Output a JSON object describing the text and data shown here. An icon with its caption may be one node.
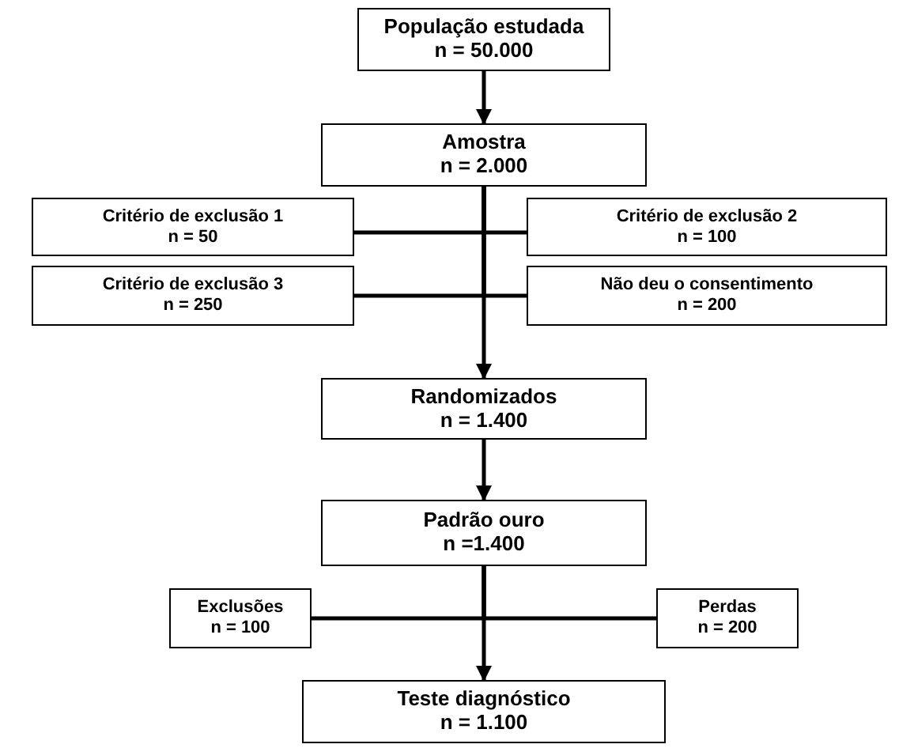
{
  "diagram": {
    "nodes": [
      {
        "text": [
          "População estudada",
          "n = 50.000"
        ]
      },
      {
        "text": [
          "Amostra",
          "n = 2.000"
        ]
      },
      {
        "text": [
          "Critério de exclusão 1",
          "n = 50"
        ]
      },
      {
        "text": [
          "Critério de exclusão 2",
          "n = 100"
        ]
      },
      {
        "text": [
          "Critério de exclusão 3",
          "n = 250"
        ]
      },
      {
        "text": [
          "Não deu o consentimento",
          "n = 200"
        ]
      },
      {
        "text": [
          "Randomizados",
          "n = 1.400"
        ]
      },
      {
        "text": [
          "Padrão ouro",
          "n =1.400"
        ]
      },
      {
        "text": [
          "Exclusões",
          "n = 100"
        ]
      },
      {
        "text": [
          "Perdas",
          "n = 200"
        ]
      },
      {
        "text": [
          "Teste diagnóstico",
          "n = 1.100"
        ]
      }
    ],
    "edges": [
      {
        "from": 0,
        "to": 1,
        "arrow": "to"
      },
      {
        "from": 1,
        "to": 6,
        "arrow": "to"
      },
      {
        "from": 1,
        "to": 2,
        "arrow": "none"
      },
      {
        "from": 1,
        "to": 3,
        "arrow": "none"
      },
      {
        "from": 1,
        "to": 4,
        "arrow": "none"
      },
      {
        "from": 1,
        "to": 5,
        "arrow": "none"
      },
      {
        "from": 6,
        "to": 7,
        "arrow": "to"
      },
      {
        "from": 7,
        "to": 10,
        "arrow": "to"
      },
      {
        "from": 7,
        "to": 8,
        "arrow": "none"
      },
      {
        "from": 7,
        "to": 9,
        "arrow": "none"
      }
    ]
  }
}
